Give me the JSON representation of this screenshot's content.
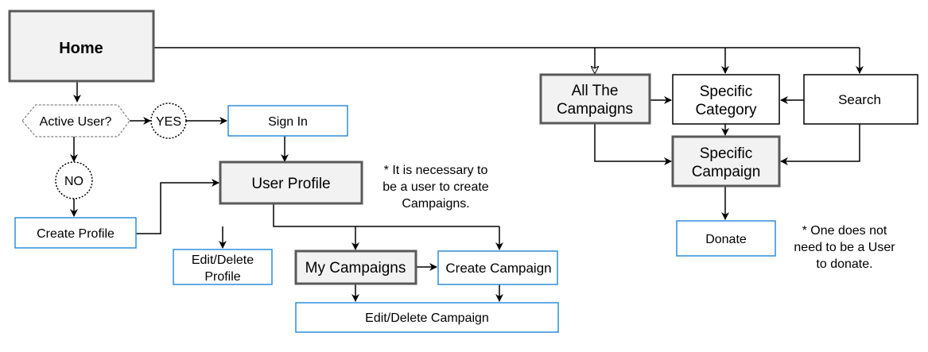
{
  "colors": {
    "blue_border": "#2F8EDB",
    "gray_fill": "#F2F2F2",
    "gray_border": "#595959",
    "line": "#000000"
  },
  "nodes": {
    "home": "Home",
    "active_user": "Active User?",
    "yes": "YES",
    "no": "NO",
    "sign_in": "Sign In",
    "create_profile": "Create Profile",
    "user_profile": "User Profile",
    "edit_delete_profile_1": "Edit/Delete",
    "edit_delete_profile_2": "Profile",
    "my_campaigns": "My Campaigns",
    "create_campaign": "Create Campaign",
    "edit_delete_campaign": "Edit/Delete Campaign",
    "all_campaigns_1": "All The",
    "all_campaigns_2": "Campaigns",
    "specific_category_1": "Specific",
    "specific_category_2": "Category",
    "search": "Search",
    "specific_campaign_1": "Specific",
    "specific_campaign_2": "Campaign",
    "donate": "Donate"
  },
  "notes": {
    "user_required_1": "* It is necessary to",
    "user_required_2": "be a user to create",
    "user_required_3": "Campaigns.",
    "donate_note_1": "* One does not",
    "donate_note_2": "need to be a User",
    "donate_note_3": "to donate."
  }
}
